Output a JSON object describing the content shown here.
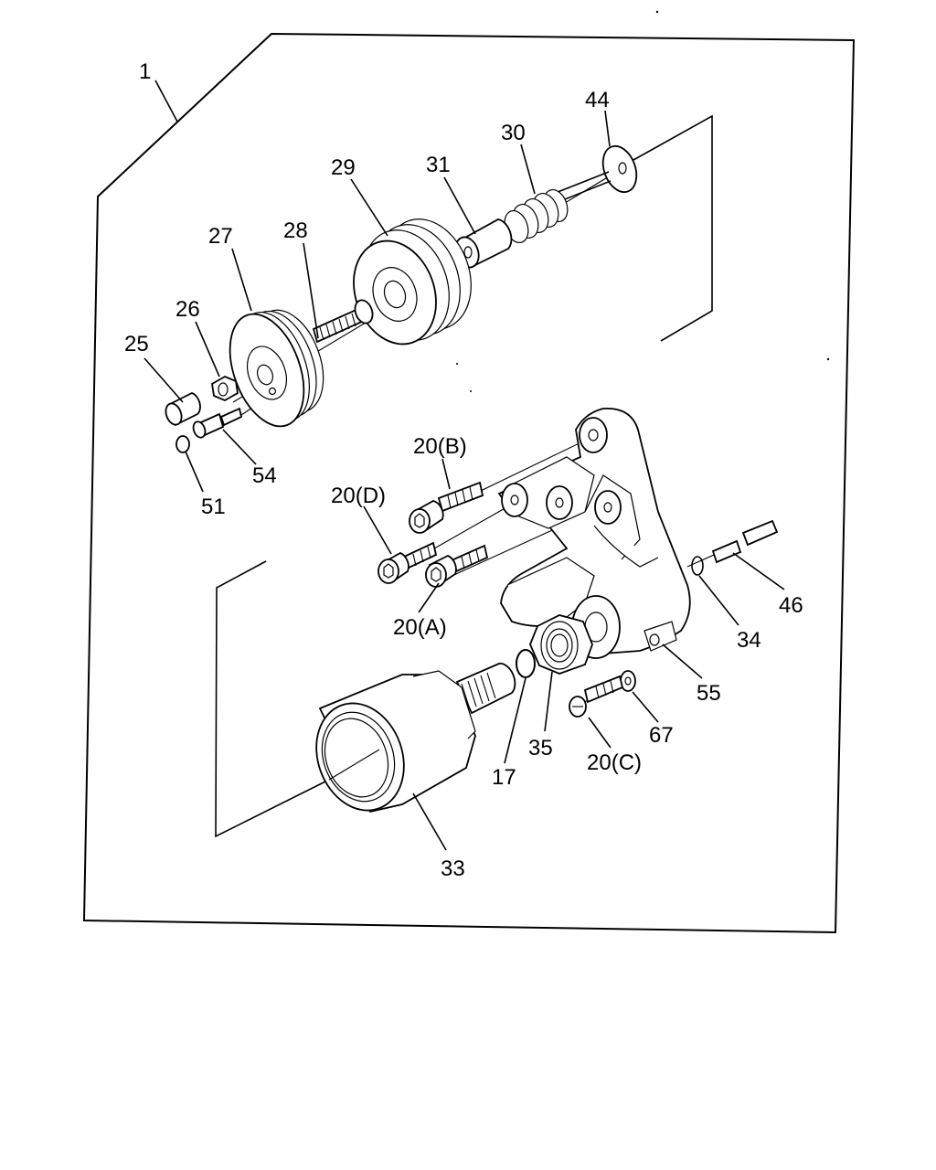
{
  "colors": {
    "ink": "#000000",
    "paper": "#ffffff"
  },
  "labels": {
    "l1": "1",
    "l44": "44",
    "l30": "30",
    "l31": "31",
    "l29": "29",
    "l27": "27",
    "l28": "28",
    "l26": "26",
    "l25": "25",
    "l54": "54",
    "l51": "51",
    "l20b": "20(B)",
    "l20d": "20(D)",
    "l20a": "20(A)",
    "l46": "46",
    "l34": "34",
    "l55": "55",
    "l67": "67",
    "l20c": "20(C)",
    "l35": "35",
    "l17": "17",
    "l33": "33"
  }
}
